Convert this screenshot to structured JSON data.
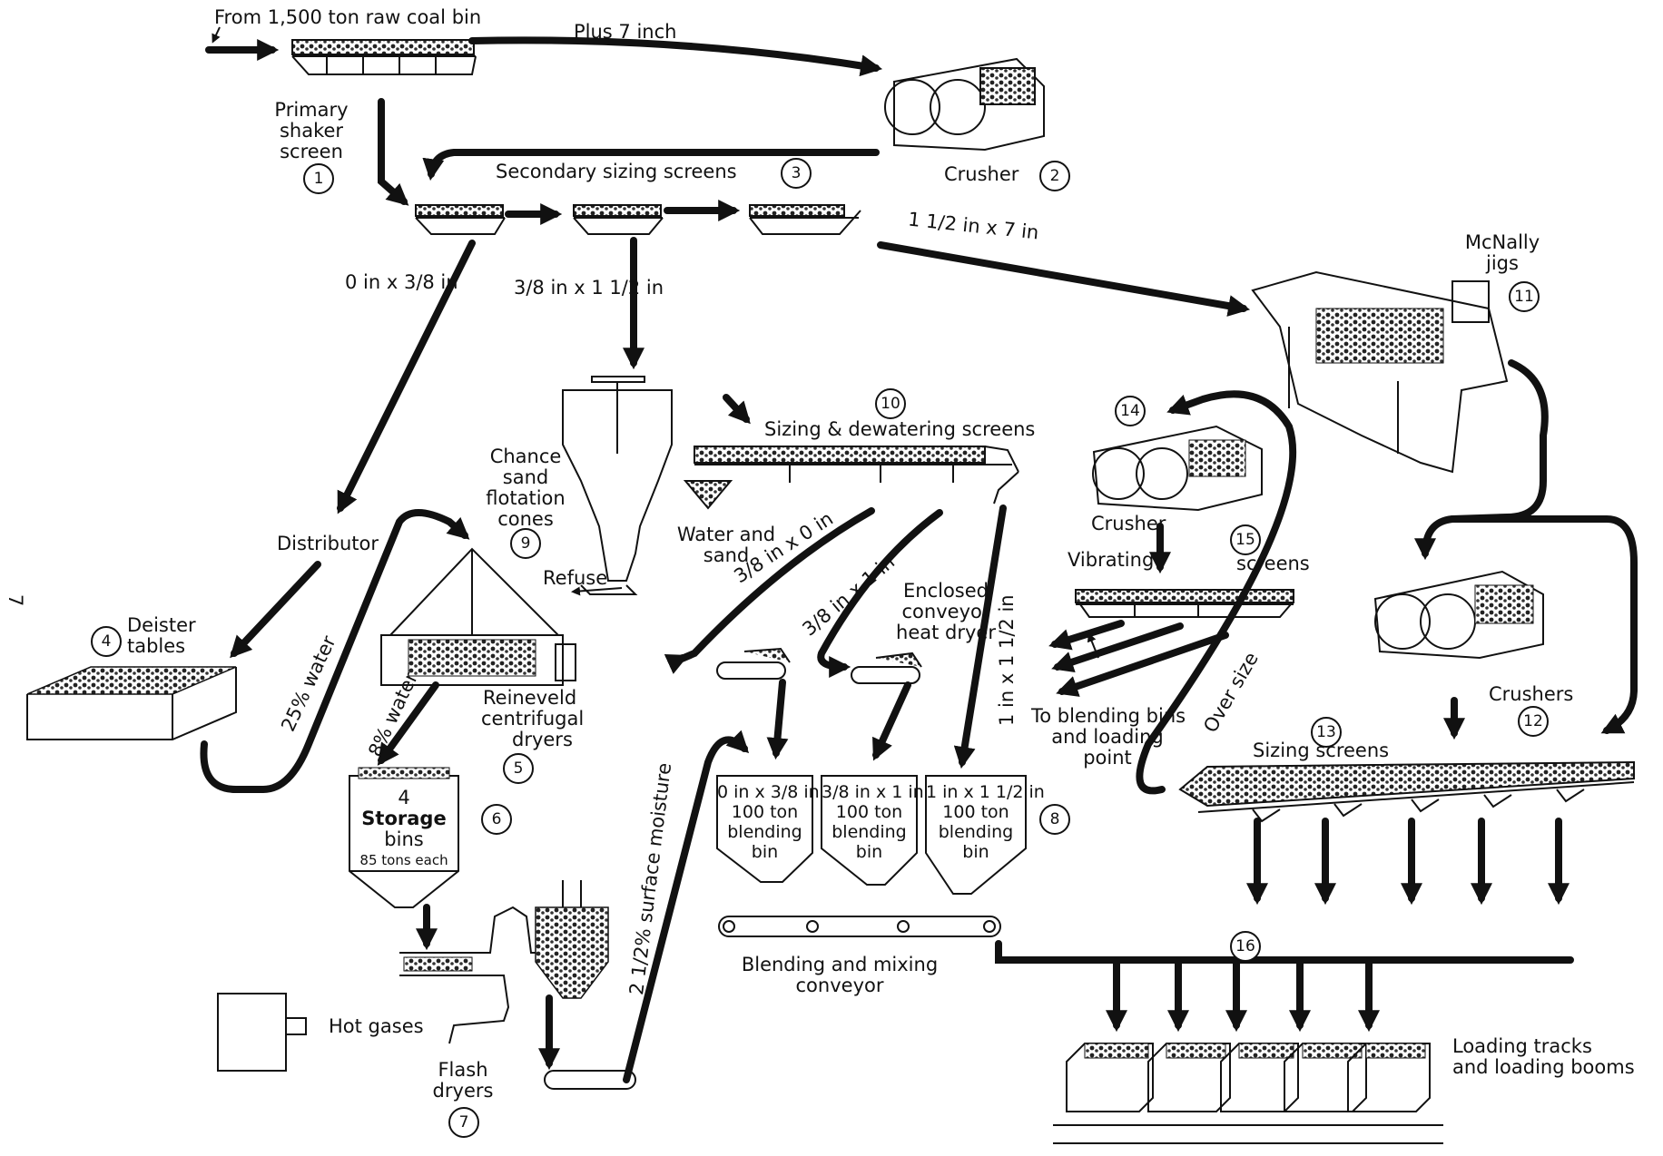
{
  "page_number": "7",
  "labels": {
    "source": "From 1,500 ton raw coal bin",
    "plus7": "Plus 7 inch",
    "primary_l1": "Primary",
    "primary_l2": "shaker",
    "primary_l3": "screen",
    "crusher2": "Crusher",
    "secondary": "Secondary sizing screens",
    "size_large": "1 1/2 in x 7 in",
    "size_fine": "0 in x 3/8 in",
    "size_mid": "3/8 in x 1 1/2 in",
    "mcnally_l1": "McNally",
    "mcnally_l2": "jigs",
    "sizing_dewatering": "Sizing & dewatering screens",
    "chance_l1": "Chance",
    "chance_l2": "sand",
    "chance_l3": "flotation",
    "chance_l4": "cones",
    "water_sand_l1": "Water and",
    "water_sand_l2": "sand",
    "refuse": "Refuse",
    "fines": "3/8 in x 0 in",
    "mid": "3/8 in x 1 in",
    "coarse": "1 in x 1 1/2 in",
    "enclosed_l1": "Enclosed",
    "enclosed_l2": "conveyor",
    "enclosed_l3": "heat dryer",
    "crusher14": "Crusher",
    "vibrating": "Vibrating",
    "screens15": "screens",
    "to_blending_l1": "To blending bins",
    "to_blending_l2": "and loading",
    "to_blending_l3": "point",
    "over_size": "Over size",
    "crushers12": "Crushers",
    "sizing13": "Sizing screens",
    "distributor": "Distributor",
    "deister_l1": "Deister",
    "deister_l2": "tables",
    "water25": "25% water",
    "water8": "8% water",
    "reineveld_l1": "Reineveld",
    "reineveld_l2": "centrifugal",
    "reineveld_l3": "dryers",
    "storage_l1": "4",
    "storage_l2": "Storage",
    "storage_l3": "bins",
    "storage_l4": "85 tons each",
    "surface_moisture": "2 1/2% surface moisture",
    "hot_gases": "Hot gases",
    "flash_l1": "Flash",
    "flash_l2": "dryers",
    "blending_mixing_l1": "Blending and mixing",
    "blending_mixing_l2": "conveyor",
    "loading_l1": "Loading tracks",
    "loading_l2": "and loading booms"
  },
  "bins": [
    {
      "l1": "0 in x 3/8 in",
      "l2": "100 ton",
      "l3": "blending",
      "l4": "bin"
    },
    {
      "l1": "3/8 in x 1 in",
      "l2": "100 ton",
      "l3": "blending",
      "l4": "bin"
    },
    {
      "l1": "1 in x 1 1/2 in",
      "l2": "100 ton",
      "l3": "blending",
      "l4": "bin"
    }
  ],
  "step_numbers": {
    "n1": "1",
    "n2": "2",
    "n3": "3",
    "n4": "4",
    "n5": "5",
    "n6": "6",
    "n7": "7",
    "n8": "8",
    "n9": "9",
    "n10": "10",
    "n11": "11",
    "n12": "12",
    "n13": "13",
    "n14": "14",
    "n15": "15",
    "n16": "16"
  }
}
